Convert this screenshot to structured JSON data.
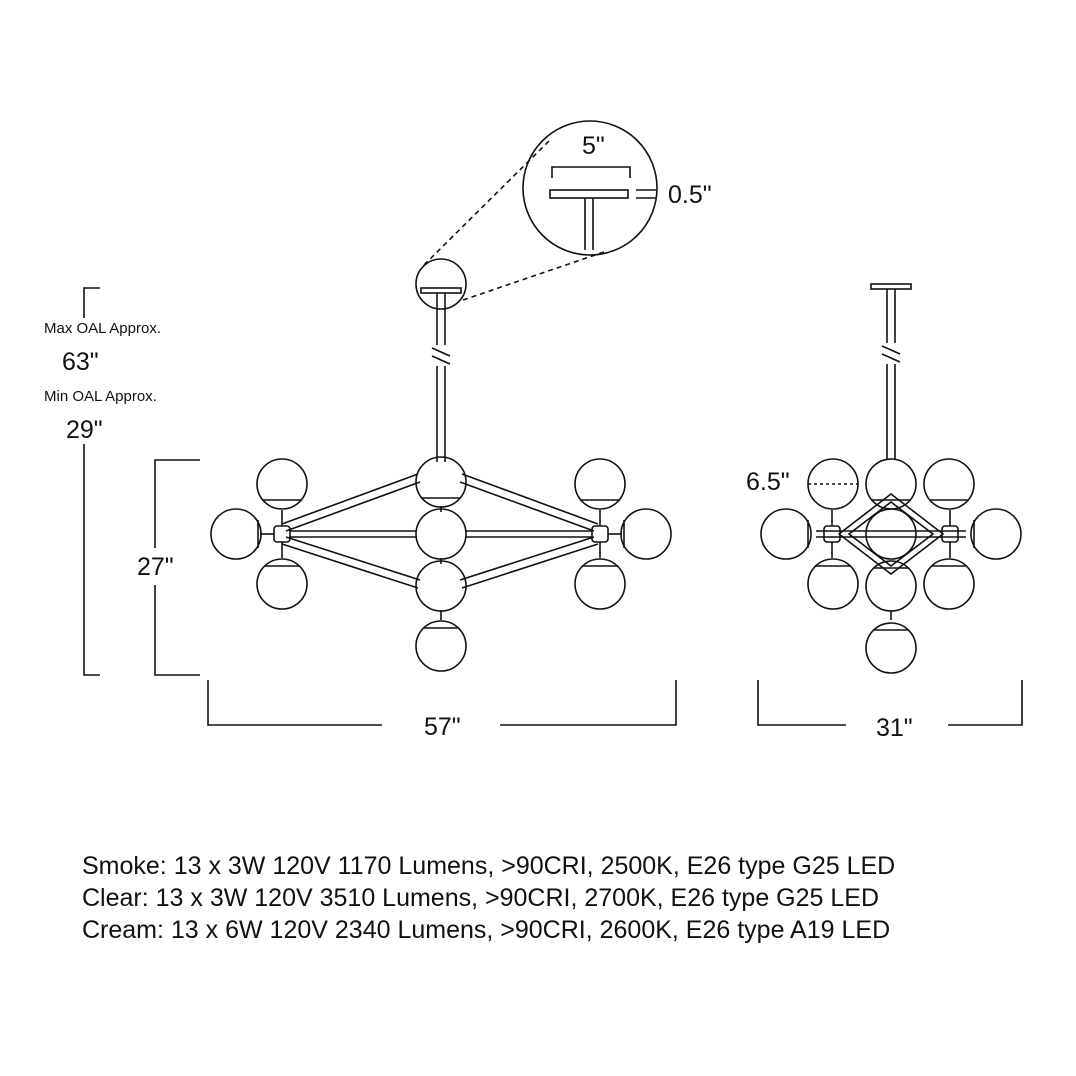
{
  "dimensions": {
    "canopy_width": "5\"",
    "canopy_height": "0.5\"",
    "max_oal_label": "Max OAL Approx.",
    "max_oal_value": "63\"",
    "min_oal_label": "Min OAL Approx.",
    "min_oal_value": "29\"",
    "height": "27\"",
    "front_width": "57\"",
    "side_width": "31\"",
    "globe_diameter": "6.5\""
  },
  "specs": [
    "Smoke: 13 x 3W 120V 1170 Lumens, >90CRI, 2500K, E26 type G25 LED",
    "Clear: 13 x 3W 120V 3510 Lumens, >90CRI, 2700K, E26 type G25 LED",
    "Cream: 13 x 6W 120V 2340 Lumens, >90CRI, 2600K, E26 type A19 LED"
  ],
  "colors": {
    "line": "#111111",
    "background": "#ffffff"
  }
}
